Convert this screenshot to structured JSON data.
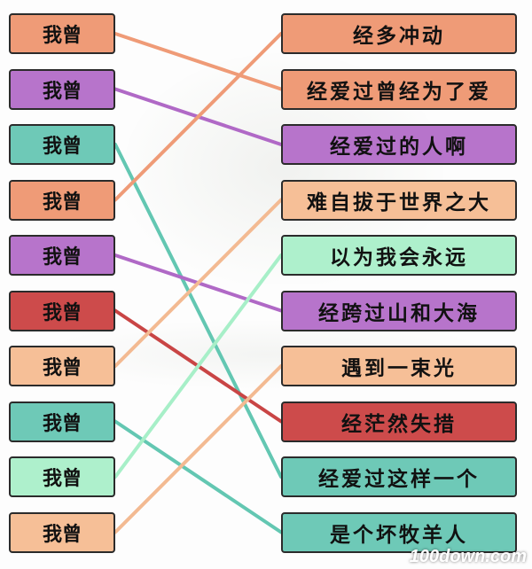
{
  "colors": {
    "orange": "#ef9b77",
    "purple": "#b774cb",
    "teal": "#6ec9b7",
    "red": "#cd4b4b",
    "peach": "#f6bf97",
    "mint": "#aef0cc"
  },
  "lines": {
    "orange": "#ef9b77",
    "purple": "#b069c6",
    "teal": "#63c7b2",
    "red": "#c94545",
    "peach": "#f3ba92",
    "mint": "#a7efc8"
  },
  "left_items": [
    {
      "label": "我曾",
      "color": "orange",
      "link": 1
    },
    {
      "label": "我曾",
      "color": "purple",
      "link": 2
    },
    {
      "label": "我曾",
      "color": "teal",
      "link": 8
    },
    {
      "label": "我曾",
      "color": "orange",
      "link": 0
    },
    {
      "label": "我曾",
      "color": "purple",
      "link": 5
    },
    {
      "label": "我曾",
      "color": "red",
      "link": 7
    },
    {
      "label": "我曾",
      "color": "peach",
      "link": 3
    },
    {
      "label": "我曾",
      "color": "teal",
      "link": 9
    },
    {
      "label": "我曾",
      "color": "mint",
      "link": 4
    },
    {
      "label": "我曾",
      "color": "peach",
      "link": 6
    }
  ],
  "right_items": [
    {
      "label": "经多冲动",
      "color": "orange"
    },
    {
      "label": "经爱过曾经为了爱",
      "color": "orange"
    },
    {
      "label": "经爱过的人啊",
      "color": "purple"
    },
    {
      "label": "难自拔于世界之大",
      "color": "peach"
    },
    {
      "label": "以为我会永远",
      "color": "mint"
    },
    {
      "label": "经跨过山和大海",
      "color": "purple"
    },
    {
      "label": "遇到一束光",
      "color": "peach"
    },
    {
      "label": "经茫然失措",
      "color": "red"
    },
    {
      "label": "经爱过这样一个",
      "color": "teal"
    },
    {
      "label": "是个坏牧羊人",
      "color": "teal"
    }
  ],
  "watermark": "100down.com"
}
